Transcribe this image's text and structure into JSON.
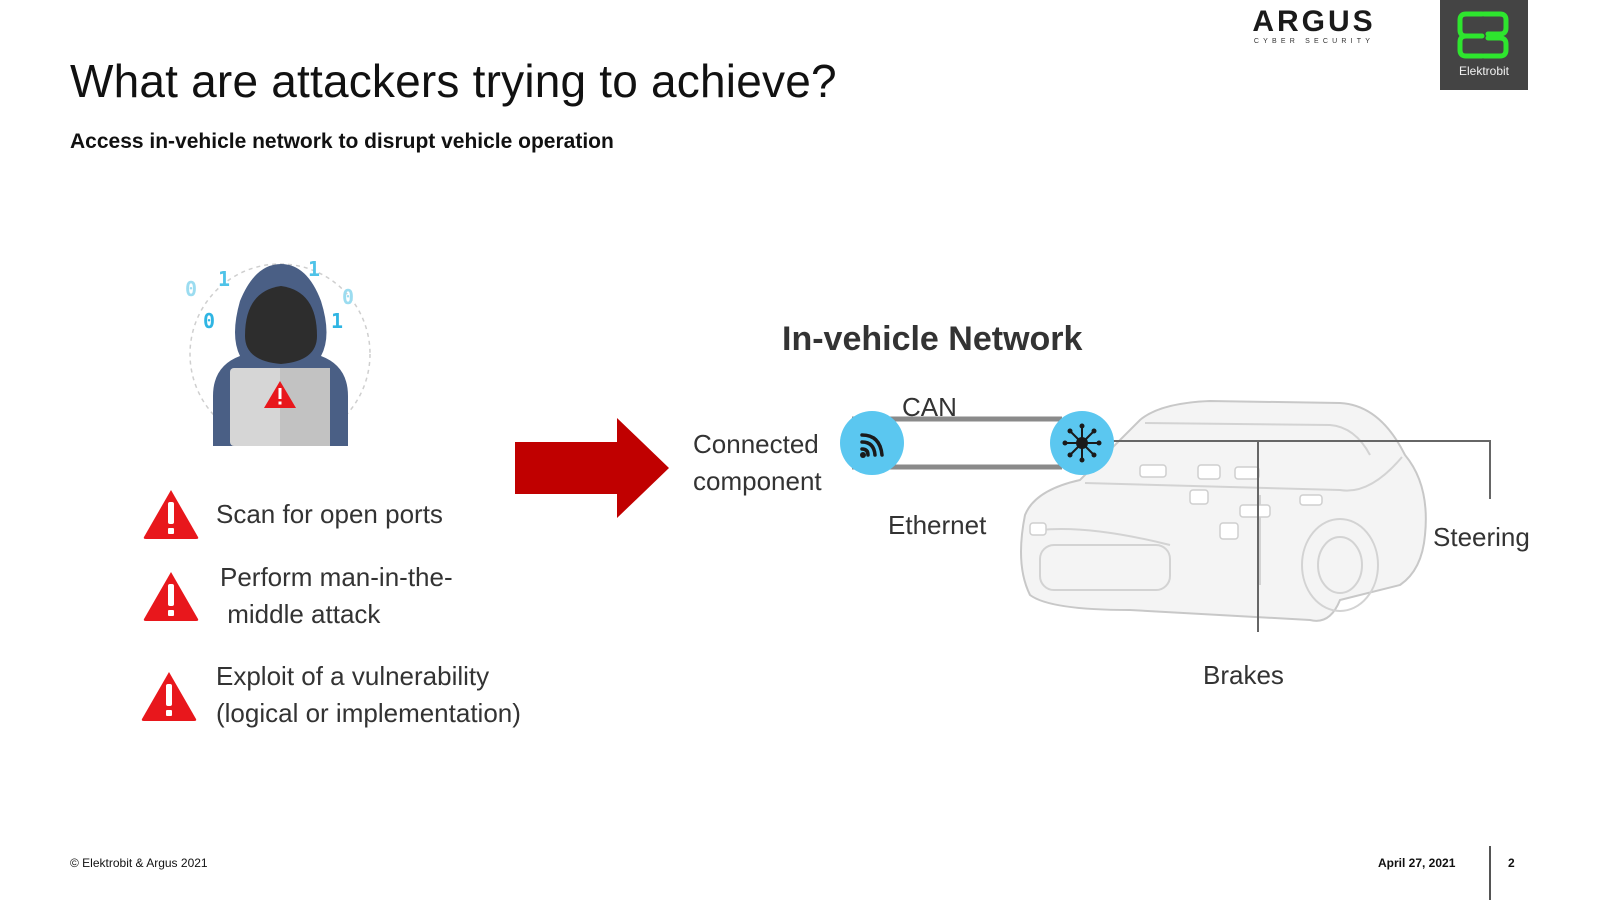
{
  "slide": {
    "title": "What are attackers trying to achieve?",
    "subtitle": "Access in-vehicle network to disrupt vehicle operation"
  },
  "logos": {
    "argus_name": "ARGUS",
    "argus_tagline": "CYBER SECURITY",
    "eb_mark": "EB",
    "eb_name": "Elektrobit"
  },
  "attacker": {
    "icon": "hooded-hacker-icon",
    "binary_digits": [
      "0",
      "1",
      "1",
      "0",
      "0",
      "1"
    ]
  },
  "attacks": [
    {
      "icon": "warning-icon",
      "line1": "Scan for open ports",
      "line2": ""
    },
    {
      "icon": "warning-icon",
      "line1": "Perform man-in-the-",
      "line2": " middle attack"
    },
    {
      "icon": "warning-icon",
      "line1": "Exploit of a vulnerability",
      "line2": "(logical or implementation)"
    }
  ],
  "network": {
    "title": "In-vehicle Network",
    "connected_line1": "Connected",
    "connected_line2": "component",
    "can_label": "CAN",
    "ethernet_label": "Ethernet",
    "steering_label": "Steering",
    "brakes_label": "Brakes",
    "wifi_icon": "wifi-icon",
    "hub_icon": "network-hub-icon"
  },
  "colors": {
    "warning_red": "#e8171c",
    "arrow_red": "#c00000",
    "node_blue": "#5bc7f0",
    "eb_green": "#2ee52e",
    "hacker_navy": "#4a5f85"
  },
  "footer": {
    "copyright": "© Elektrobit & Argus 2021",
    "date": "April 27, 2021",
    "page": "2"
  }
}
